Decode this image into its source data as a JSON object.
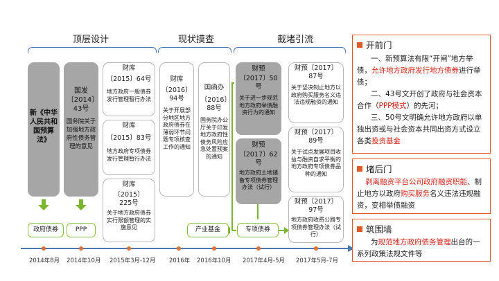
{
  "phases": {
    "top_design": "顶层设计",
    "survey": "现状摸查",
    "block": "截堵引流"
  },
  "cards": {
    "budget_law": "新《中华人民共和国预算法》",
    "gf": {
      "code": "国发〔2014〕43号",
      "doc": "国务院关于加强地方政府性债务管理的意见"
    },
    "ck64": {
      "org": "财库",
      "code": "〔2015〕64号",
      "doc": "地方政府一般债券发行管理暂行办法"
    },
    "ck83": {
      "org": "财库",
      "code": "〔2015〕83号",
      "doc": "地方政府专项债券发行管理暂行办法"
    },
    "ck225": {
      "org": "财库",
      "code": "〔2015〕225号",
      "doc": "关于地方政府债券实行限额管理的实施意见"
    },
    "ck94": {
      "org": "财库",
      "code": "〔2016〕94号",
      "doc": "关于开展部分地区地方政府债券在薄弱环节问题专项核查工作的通知"
    },
    "gbh88": {
      "org": "国函办",
      "code": "〔2016〕88号",
      "doc": "国务院办公厅关于印发地方政府性债务风险应急处置预案的通知"
    },
    "cy50": {
      "org": "财预",
      "code": "〔2017〕50号",
      "doc": "关于进一步规范地方政府举债融资行为的通知"
    },
    "cy62": {
      "org": "财预",
      "code": "〔2017〕62号",
      "doc": "地方政府土地储备专项债券管理办法（试行）"
    },
    "cy87": {
      "org": "财预〔2017〕",
      "code": "87号",
      "doc": "关于坚决制止地方以政府购买服务名义违法违规融资的通知"
    },
    "cy89": {
      "org": "财预〔2017〕",
      "code": "89号",
      "doc": "关于试点发展项目收益与融资自求平衡的地方政府专项债券品种的通知"
    },
    "cy97": {
      "org": "财预〔2017〕",
      "code": "97号",
      "doc": "地方政府收费公路专项债券管理办法（试行）"
    }
  },
  "tags": {
    "gov_bond": "政府债券",
    "ppp": "PPP",
    "industry_fund": "产业基金",
    "special_bond": "专项债券"
  },
  "timeline": [
    "2014年8月",
    "2014年10月",
    "2015年3月-12月",
    "2016年",
    "2016年10月",
    "2017年4月-5月",
    "2017年5月-7月"
  ],
  "side": {
    "open": {
      "title": "开前门",
      "l1a": "一、新预算法有限“开闸”地方举债，",
      "l1red": "允许地方政府发行地方债券",
      "l1b": "进行举债；",
      "l2a": "二、43号文开创了政府与社会资本合作（",
      "l2red": "PPP模式",
      "l2b": "）的先河；",
      "l3a": "三、50号文明确允许地方政府以单独出资或与社会资本共同出资方式设立各类",
      "l3red": "投资基金"
    },
    "close": {
      "title": "堵后门",
      "l1red": "剥离融资平台公司政府融资职能",
      "l1b": "、制止地方以政府",
      "l2red": "购买服务",
      "l2b": "名义违法违规融资，变相举债融资"
    },
    "wall": {
      "title": "筑围墙",
      "l1a": "为",
      "l1red": "规范地方政府债务管理",
      "l1b": "出台的一系列政策法规文件等"
    }
  },
  "colors": {
    "brace": "#4a77b4",
    "tag_border": "#8cbf3f",
    "green_arrow": "#7bb72e",
    "timeline_dot": "#e07030",
    "accent_red": "#d8231a",
    "side_border": "#e85a2c"
  }
}
